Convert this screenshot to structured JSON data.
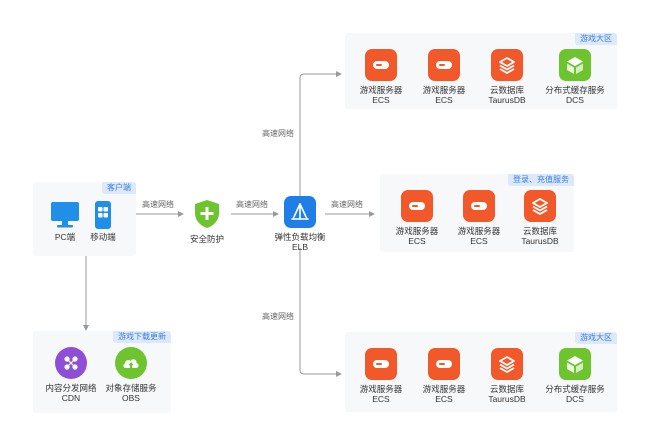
{
  "link_label": "高速网络",
  "client": {
    "tag": "客户端",
    "pc": "PC端",
    "mobile": "移动端"
  },
  "security": {
    "label": "安全防护"
  },
  "elb": {
    "line1": "弹性负载均衡",
    "line2": "ELB"
  },
  "top_zone": {
    "tag": "游戏大区",
    "nodes": [
      {
        "line1": "游戏服务器",
        "line2": "ECS",
        "icon": "server-icon"
      },
      {
        "line1": "游戏服务器",
        "line2": "ECS",
        "icon": "server-icon"
      },
      {
        "line1": "云数据库",
        "line2": "TaurusDB",
        "icon": "database-icon"
      },
      {
        "line1": "分布式缓存服务",
        "line2": "DCS",
        "icon": "cache-cube-icon"
      }
    ]
  },
  "login_zone": {
    "tag": "登录、充值服务",
    "nodes": [
      {
        "line1": "游戏服务器",
        "line2": "ECS",
        "icon": "server-icon"
      },
      {
        "line1": "游戏服务器",
        "line2": "ECS",
        "icon": "server-icon"
      },
      {
        "line1": "云数据库",
        "line2": "TaurusDB",
        "icon": "database-icon"
      }
    ]
  },
  "bottom_zone": {
    "tag": "游戏大区",
    "nodes": [
      {
        "line1": "游戏服务器",
        "line2": "ECS",
        "icon": "server-icon"
      },
      {
        "line1": "游戏服务器",
        "line2": "ECS",
        "icon": "server-icon"
      },
      {
        "line1": "云数据库",
        "line2": "TaurusDB",
        "icon": "database-icon"
      },
      {
        "line1": "分布式缓存服务",
        "line2": "DCS",
        "icon": "cache-cube-icon"
      }
    ]
  },
  "download_zone": {
    "tag": "游戏下载更新",
    "cdn": {
      "line1": "内容分发网络",
      "line2": "CDN"
    },
    "obs": {
      "line1": "对象存储服务",
      "line2": "OBS"
    }
  },
  "colors": {
    "tag_bg": "#dbe9fb",
    "tag_text": "#3b7de0",
    "panel_bg": "#f7f8fa",
    "server_red": "#f1592b",
    "cache_green": "#6ec42f",
    "cdn_purple": "#8e4fd6",
    "elb_blue": "#1f7fe6",
    "line_gray": "#9a9a9a"
  }
}
